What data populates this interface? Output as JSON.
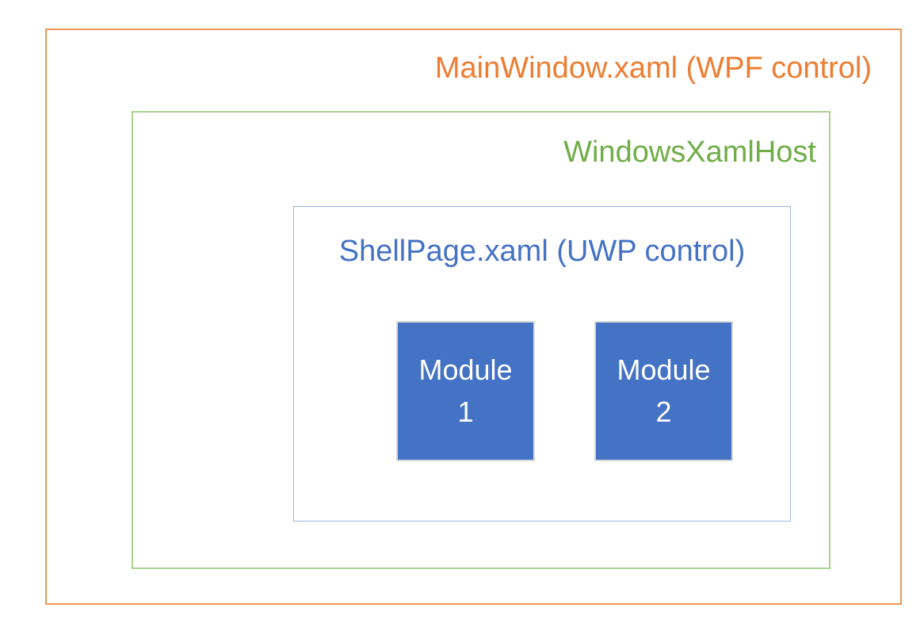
{
  "diagram": {
    "title_box": {
      "label": "MainWindow.xaml (WPF control)",
      "text_color": "#ED7D31",
      "border_color": "#EF9757"
    },
    "host_box": {
      "label": "WindowsXamlHost",
      "text_color": "#70AD47",
      "border_color": "#A9D18E"
    },
    "shell_box": {
      "label": "ShellPage.xaml (UWP control)",
      "text_color": "#4472C4",
      "border_color": "#9FB8DF"
    },
    "modules": {
      "fill_color": "#4472C4",
      "border_color": "#D9D9D9",
      "text_color": "#FFFFFF",
      "items": [
        {
          "name": "Module 1",
          "lines": [
            "Module",
            "1"
          ]
        },
        {
          "name": "Module 2",
          "lines": [
            "Module",
            "2"
          ]
        }
      ]
    }
  }
}
